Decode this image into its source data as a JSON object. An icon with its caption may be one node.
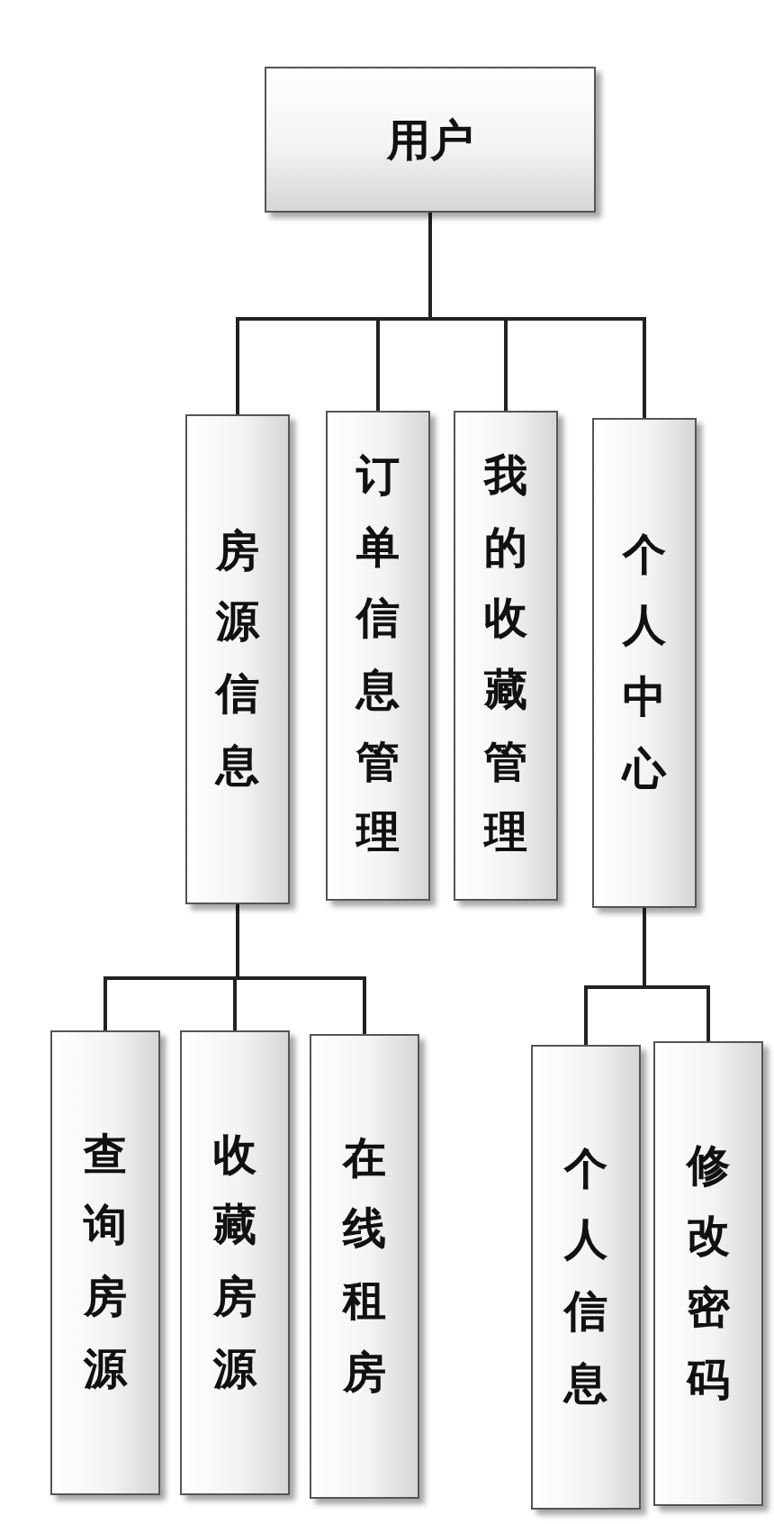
{
  "diagram": {
    "nodes": [
      {
        "text": [
          "用户"
        ]
      },
      {
        "text": [
          "房源信息"
        ]
      },
      {
        "text": [
          "订单信息管理"
        ]
      },
      {
        "text": [
          "我的收藏管理"
        ]
      },
      {
        "text": [
          "个人中心"
        ]
      },
      {
        "text": [
          "查询房源"
        ]
      },
      {
        "text": [
          "收藏房源"
        ]
      },
      {
        "text": [
          "在线租房"
        ]
      },
      {
        "text": [
          "个人信息"
        ]
      },
      {
        "text": [
          "修改密码"
        ]
      }
    ],
    "edges": [
      {
        "from": 0,
        "to": 1,
        "arrow": "none"
      },
      {
        "from": 0,
        "to": 2,
        "arrow": "none"
      },
      {
        "from": 0,
        "to": 3,
        "arrow": "none"
      },
      {
        "from": 0,
        "to": 4,
        "arrow": "none"
      },
      {
        "from": 1,
        "to": 5,
        "arrow": "none"
      },
      {
        "from": 1,
        "to": 6,
        "arrow": "none"
      },
      {
        "from": 1,
        "to": 7,
        "arrow": "none"
      },
      {
        "from": 4,
        "to": 8,
        "arrow": "none"
      },
      {
        "from": 4,
        "to": 9,
        "arrow": "none"
      }
    ]
  }
}
